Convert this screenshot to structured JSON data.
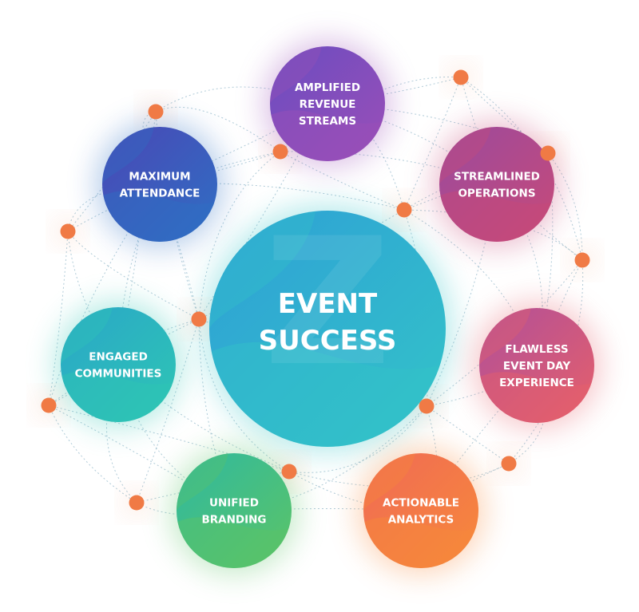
{
  "center": {
    "lines": [
      "EVENT",
      "SUCCESS"
    ],
    "color": "#2e9fd6",
    "color2": "#33c4c8"
  },
  "nodes": [
    {
      "id": "amplified-revenue-streams",
      "lines": [
        "AMPLIFIED",
        "REVENUE",
        "STREAMS"
      ],
      "color": "#9b4fb8",
      "color2": "#6a4cc0"
    },
    {
      "id": "maximum-attendance",
      "lines": [
        "MAXIMUM",
        "ATTENDANCE"
      ],
      "color": "#2f6fc4",
      "color2": "#4a47b5"
    },
    {
      "id": "streamlined-operations",
      "lines": [
        "STREAMLINED",
        "OPERATIONS"
      ],
      "color": "#c84a78",
      "color2": "#9a4a9e"
    },
    {
      "id": "engaged-communities",
      "lines": [
        "ENGAGED",
        "COMMUNITIES"
      ],
      "color": "#2ec6b4",
      "color2": "#2aa6c8"
    },
    {
      "id": "flawless-event-day-experience",
      "lines": [
        "FLAWLESS",
        "EVENT DAY",
        "EXPERIENCE"
      ],
      "color": "#e6606a",
      "color2": "#b04f9a"
    },
    {
      "id": "unified-branding",
      "lines": [
        "UNIFIED",
        "BRANDING"
      ],
      "color": "#5cc466",
      "color2": "#2fb9a0"
    },
    {
      "id": "actionable-analytics",
      "lines": [
        "ACTIONABLE",
        "ANALYTICS"
      ],
      "color": "#f7893a",
      "color2": "#f06a55"
    }
  ],
  "connector_color": "#f07a45",
  "line_color": "#6fa0b8"
}
